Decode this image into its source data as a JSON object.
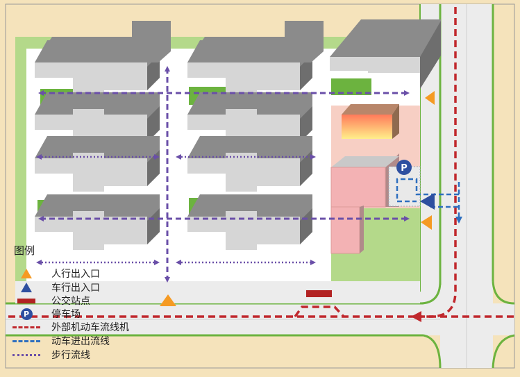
{
  "colors": {
    "ground": "#f5e3bb",
    "road": "#ececec",
    "grass": "#b4d98a",
    "site": "#ffffff",
    "green_patch": "#6cb33f",
    "dark_green_patch": "#3f5c2a",
    "building_top": "#d6d6d6",
    "building_face": "#8b8b8b",
    "pink_zone": "#f7cfc4",
    "pink_block": "#f3b2b4",
    "pedestrian_entry": "#f59a23",
    "vehicle_entry": "#2e4fa0",
    "bus_stop": "#b22222",
    "external_traffic": "#c0282d",
    "vehicle_flow": "#2e6fbf",
    "walking_flow": "#6a4fa8"
  },
  "map": {
    "parking_symbol_text": "P"
  },
  "legend": {
    "title": "图例",
    "items": [
      {
        "symbol": "pedestrian-entrance-triangle",
        "label": "人行出入口"
      },
      {
        "symbol": "vehicle-entrance-triangle",
        "label": "车行出入口"
      },
      {
        "symbol": "bus-stop-bar",
        "label": "公交站点"
      },
      {
        "symbol": "parking-icon",
        "label": "停车场"
      },
      {
        "symbol": "red-dashed-line",
        "label": "外部机动车流线机"
      },
      {
        "symbol": "blue-dashed-line",
        "label": "动车进出流线"
      },
      {
        "symbol": "purple-dotted-line",
        "label": "步行流线"
      }
    ]
  }
}
